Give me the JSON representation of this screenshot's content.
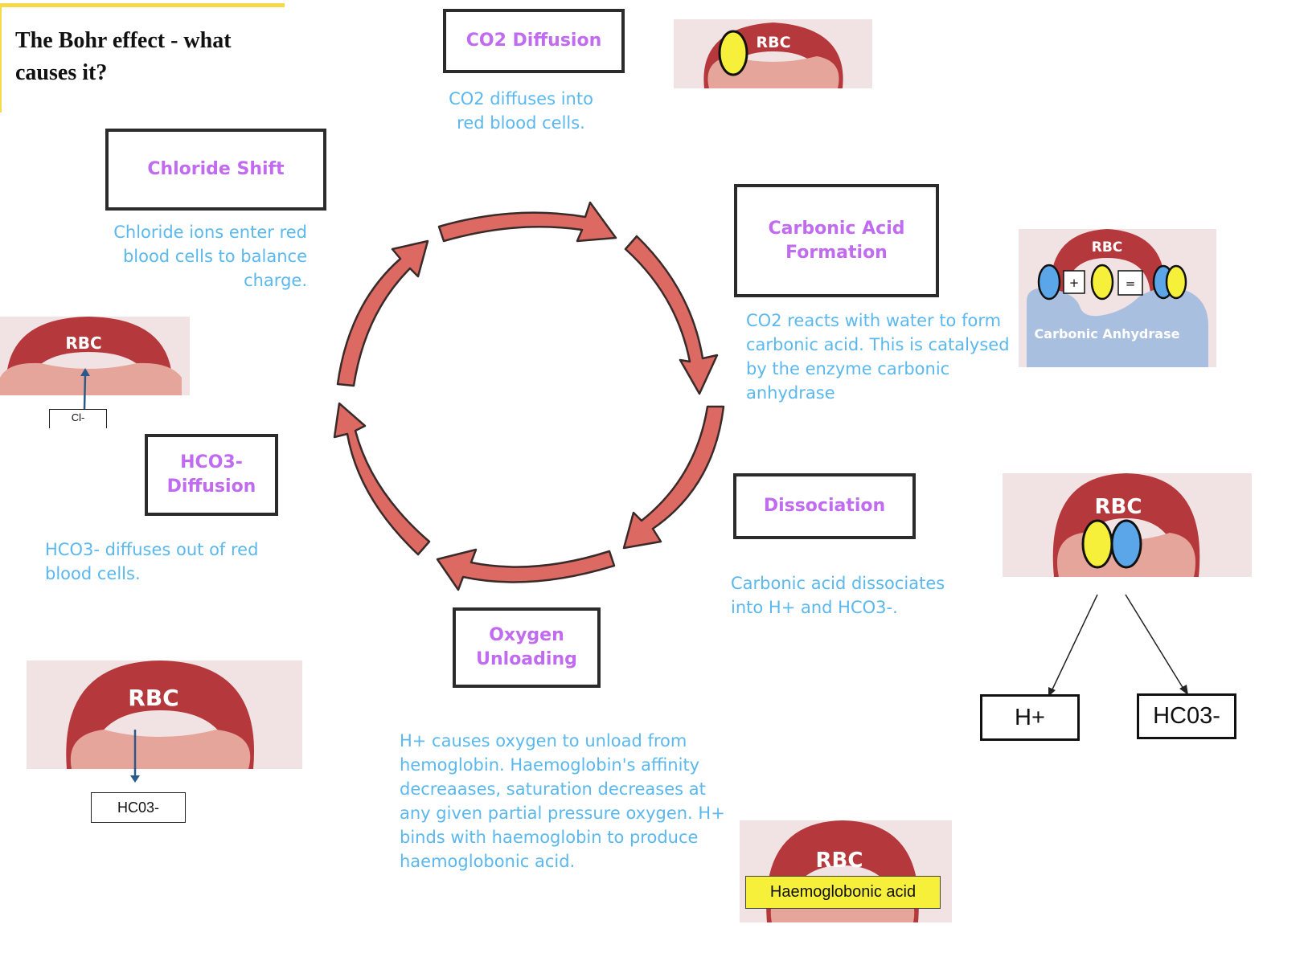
{
  "title": "The Bohr effect - what causes it?",
  "colors": {
    "step_label": "#c06bf0",
    "description": "#5ab8ee",
    "cycle_arrow": "#dd6a62",
    "rbc_red": "#b5393c",
    "rbc_pink": "#e6a59a",
    "yellow_molecule": "#f7f03a",
    "blue_molecule": "#5aa6e8",
    "enzyme_blue": "#a9bfe0"
  },
  "steps": {
    "co2_diffusion": {
      "label": "CO2 Diffusion",
      "description": "CO2 diffuses into red blood cells."
    },
    "carbonic_acid": {
      "label": "Carbonic Acid Formation",
      "description": "CO2 reacts with water to form carbonic acid. This is catalysed by the enzyme carbonic anhydrase"
    },
    "dissociation": {
      "label": "Dissociation",
      "description": "Carbonic acid dissociates into H+ and HCO3-."
    },
    "oxygen_unloading": {
      "label": "Oxygen Unloading",
      "description": "H+ causes oxygen to unload from hemoglobin. Haemoglobin's affinity decreaases, saturation decreases at any given partial pressure oxygen. H+ binds with haemoglobin to produce haemoglobonic acid."
    },
    "hco3_diffusion": {
      "label": "HCO3- Diffusion",
      "description": "HCO3- diffuses out of red blood cells."
    },
    "chloride_shift": {
      "label": "Chloride Shift",
      "description": "Chloride ions enter red blood cells to balance charge."
    }
  },
  "illustrations": {
    "rbc_label": "RBC",
    "enzyme_label": "Carbonic Anhydrase",
    "plus_sign": "+",
    "equals_sign": "=",
    "chloride_ion": "Cl-",
    "bicarbonate_out": "HC03-",
    "hydrogen_ion": "H+",
    "bicarbonate_ion": "HC03-",
    "haemoglobonic_acid": "Haemoglobonic acid"
  }
}
